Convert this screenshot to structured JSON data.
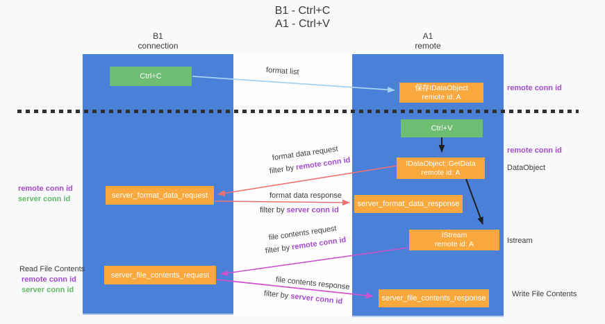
{
  "title": {
    "line1": "B1 - Ctrl+C",
    "line2": "A1 - Ctrl+V"
  },
  "lanes": {
    "left": {
      "name": "B1",
      "role": "connection"
    },
    "right": {
      "name": "A1",
      "role": "remote"
    }
  },
  "nodes": {
    "ctrl_c": {
      "label": "Ctrl+C"
    },
    "save_idataobject": {
      "line1": "保存IDataObject",
      "line2": "remote id: A"
    },
    "ctrl_v": {
      "label": "Ctrl+V"
    },
    "getdata": {
      "line1": "IDataObject::GetData",
      "line2": "remote id: A"
    },
    "server_format_data_request": {
      "label": "server_format_data_request"
    },
    "server_format_data_response": {
      "label": "server_format_data_response"
    },
    "istream": {
      "line1": "IStream",
      "line2": "remote id: A"
    },
    "server_file_contents_request": {
      "label": "server_file_contents_request"
    },
    "server_file_contents_response": {
      "label": "server_file_contents_response"
    }
  },
  "edges": {
    "format_list": {
      "label": "format list"
    },
    "format_data_request": {
      "label": "format data request",
      "filter_prefix": "filter by ",
      "filter_key": "remote conn id"
    },
    "format_data_response": {
      "label": "format data response",
      "filter_prefix": "filter by ",
      "filter_key": "server conn id"
    },
    "file_contents_request": {
      "label": "file contents request",
      "filter_prefix": "filter by ",
      "filter_key": "remote conn id"
    },
    "file_contents_response": {
      "label": "file contents response",
      "filter_prefix": "filter by ",
      "filter_key": "server conn id"
    }
  },
  "annotations": {
    "right_remote_conn_id_1": "remote conn id",
    "right_remote_conn_id_2": "remote conn id",
    "right_dataobject": "DataObject",
    "right_istream": "Istream",
    "right_write_file": "Write File Contents",
    "left_remote_conn_id_1": "remote conn id",
    "left_server_conn_id_1": "server conn id",
    "left_read_file": "Read File Contents",
    "left_remote_conn_id_2": "remote conn id",
    "left_server_conn_id_2": "server conn id"
  },
  "colors": {
    "lane_blue": "#4a80d8",
    "node_orange": "#f9a83e",
    "node_green": "#6fbd72",
    "remote_id_purple": "#a34bcb",
    "server_id_green": "#62b966",
    "arrow_lightblue": "#a6d3f2",
    "arrow_salmon": "#ee7070",
    "arrow_magenta": "#cf52ce",
    "arrow_black": "#1f1f1f"
  }
}
